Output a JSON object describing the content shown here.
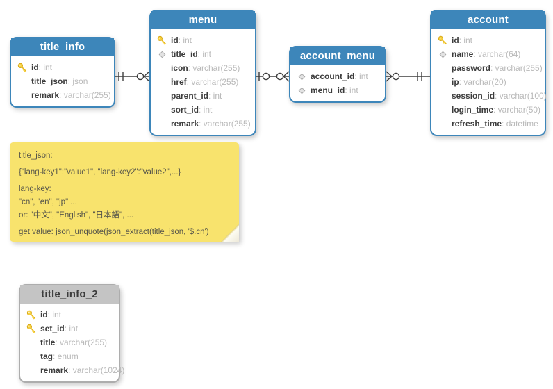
{
  "colors": {
    "header_blue": "#3d86ba",
    "header_gray": "#c4c4c4",
    "gray_border": "#adadad",
    "field_name": "#3c3c3c",
    "field_type": "#b9b9b9",
    "note_bg": "#f8e36d",
    "note_text": "#56554a",
    "connector": "#3e3e3e",
    "key_gold": "#f6cf3f"
  },
  "tables": [
    {
      "title": "title_info",
      "theme": "blue",
      "fields": [
        {
          "icon": "key",
          "name": "id",
          "type": "int"
        },
        {
          "icon": "none",
          "name": "title_json",
          "type": "json"
        },
        {
          "icon": "none",
          "name": "remark",
          "type": "varchar(255)"
        }
      ]
    },
    {
      "title": "menu",
      "theme": "blue",
      "fields": [
        {
          "icon": "key",
          "name": "id",
          "type": "int"
        },
        {
          "icon": "diamond",
          "name": "title_id",
          "type": "int"
        },
        {
          "icon": "none",
          "name": "icon",
          "type": "varchar(255)"
        },
        {
          "icon": "none",
          "name": "href",
          "type": "varchar(255)"
        },
        {
          "icon": "none",
          "name": "parent_id",
          "type": "int"
        },
        {
          "icon": "none",
          "name": "sort_id",
          "type": "int"
        },
        {
          "icon": "none",
          "name": "remark",
          "type": "varchar(255)"
        }
      ]
    },
    {
      "title": "account_menu",
      "theme": "blue",
      "fields": [
        {
          "icon": "diamond",
          "name": "account_id",
          "type": "int"
        },
        {
          "icon": "diamond",
          "name": "menu_id",
          "type": "int"
        }
      ]
    },
    {
      "title": "account",
      "theme": "blue",
      "fields": [
        {
          "icon": "key",
          "name": "id",
          "type": "int"
        },
        {
          "icon": "diamond",
          "name": "name",
          "type": "varchar(64)"
        },
        {
          "icon": "none",
          "name": "password",
          "type": "varchar(255)"
        },
        {
          "icon": "none",
          "name": "ip",
          "type": "varchar(20)"
        },
        {
          "icon": "none",
          "name": "session_id",
          "type": "varchar(100)"
        },
        {
          "icon": "none",
          "name": "login_time",
          "type": "varchar(50)"
        },
        {
          "icon": "none",
          "name": "refresh_time",
          "type": "datetime"
        }
      ]
    },
    {
      "title": "title_info_2",
      "theme": "gray",
      "fields": [
        {
          "icon": "key",
          "name": "id",
          "type": "int"
        },
        {
          "icon": "key",
          "name": "set_id",
          "type": "int"
        },
        {
          "icon": "none",
          "name": "title",
          "type": "varchar(255)"
        },
        {
          "icon": "none",
          "name": "tag",
          "type": "enum"
        },
        {
          "icon": "none",
          "name": "remark",
          "type": "varchar(1024)"
        }
      ]
    }
  ],
  "note": {
    "lines": [
      "title_json:",
      "{\"lang-key1\":\"value1\", \"lang-key2\":\"value2\",...}",
      "lang-key:",
      "\"cn\", \"en\", \"jp\" ...",
      "or: \"中文\", \"English\", \"日本語\", ...",
      "get value: json_unquote(json_extract(title_json, '$.cn')"
    ]
  }
}
